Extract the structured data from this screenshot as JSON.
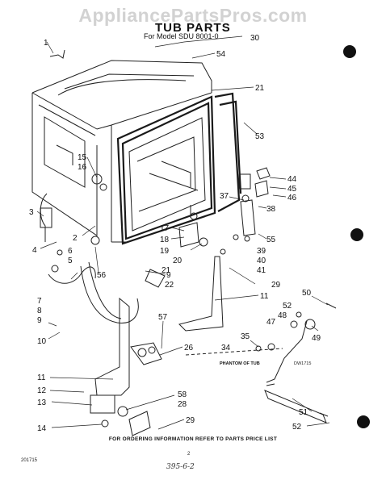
{
  "watermark": "AppliancePartsPros.com",
  "title": "TUB PARTS",
  "subtitle": "For Model SDU   8001-0",
  "footer_note": "FOR ORDERING INFORMATION REFER TO PARTS PRICE LIST",
  "diagram_code": "DW1715",
  "corner_code": "201715",
  "page_number": "2",
  "handwritten": "395-6-2",
  "phantom_label": "PHANTOM OF TUB",
  "callouts": [
    "1",
    "30",
    "54",
    "21",
    "53",
    "15",
    "16",
    "3",
    "44",
    "45",
    "46",
    "37",
    "38",
    "55",
    "39",
    "40",
    "41",
    "2",
    "4",
    "6",
    "5",
    "56",
    "17",
    "18",
    "19",
    "20",
    "21",
    "22",
    "9",
    "29",
    "11",
    "50",
    "52",
    "48",
    "47",
    "49",
    "7",
    "8",
    "9",
    "57",
    "35",
    "34",
    "10",
    "26",
    "11",
    "12",
    "58",
    "28",
    "13",
    "29",
    "51",
    "52",
    "14"
  ]
}
